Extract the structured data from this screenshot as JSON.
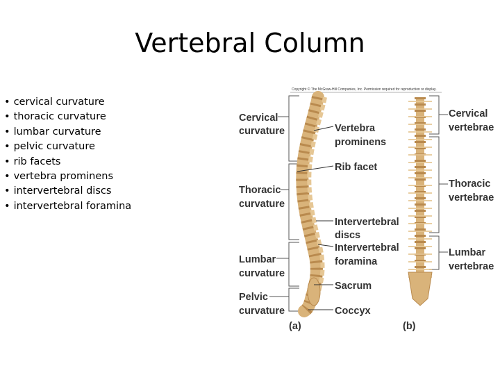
{
  "slide": {
    "title": "Vertebral Column",
    "bullets": [
      "cervical curvature",
      "thoracic curvature",
      "lumbar curvature",
      "pelvic curvature",
      "rib facets",
      "vertebra prominens",
      "intervertebral discs",
      "intervertebral foramina"
    ]
  },
  "figure": {
    "copyright": "Copyright © The McGraw-Hill Companies, Inc. Permission required for reproduction or display.",
    "left_labels": {
      "cervical": [
        "Cervical",
        "curvature"
      ],
      "thoracic": [
        "Thoracic",
        "curvature"
      ],
      "lumbar": [
        "Lumbar",
        "curvature"
      ],
      "pelvic": [
        "Pelvic",
        "curvature"
      ]
    },
    "middle_labels": {
      "prominens": [
        "Vertebra",
        "prominens"
      ],
      "rib_facet": "Rib facet",
      "discs": [
        "Intervertebral",
        "discs"
      ],
      "foramina": [
        "Intervertebral",
        "foramina"
      ],
      "sacrum": "Sacrum",
      "coccyx": "Coccyx"
    },
    "right_labels": {
      "cervical": [
        "Cervical",
        "vertebrae"
      ],
      "thoracic": [
        "Thoracic",
        "vertebrae"
      ],
      "lumbar": [
        "Lumbar",
        "vertebrae"
      ]
    },
    "panel_a": "(a)",
    "panel_b": "(b)"
  }
}
